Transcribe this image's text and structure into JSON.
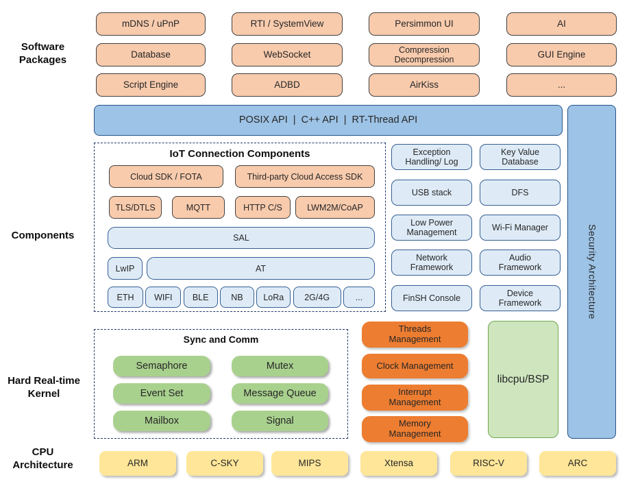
{
  "colors": {
    "package_fill": "#F8CBAD",
    "api_bar_fill": "#9DC3E6",
    "component_fill": "#DEEBF7",
    "component_border": "#355E91",
    "kernel_green": "#A9D18E",
    "mgmt_orange": "#ED7D31",
    "libcpu_fill": "#CEE5BE",
    "cpu_yellow": "#FFE699",
    "dashed_border": "#1F3864"
  },
  "sections": {
    "software": "Software\nPackages",
    "components": "Components",
    "kernel": "Hard Real-time\nKernel",
    "cpu": "CPU\nArchitecture"
  },
  "software": {
    "items": [
      "mDNS / uPnP",
      "RTI / SystemView",
      "Persimmon UI",
      "AI",
      "Database",
      "WebSocket",
      "Compression\nDecompression",
      "GUI Engine",
      "Script Engine",
      "ADBD",
      "AirKiss",
      "..."
    ]
  },
  "api_bar": {
    "label": "POSIX API  |  C++ API  |  RT-Thread API"
  },
  "security": {
    "label": "Security Architecture"
  },
  "iot": {
    "title": "IoT Connection Components",
    "row1": [
      "Cloud SDK / FOTA",
      "Third-party Cloud Access SDK"
    ],
    "row2": [
      "TLS/DTLS",
      "MQTT",
      "HTTP C/S",
      "LWM2M/CoAP"
    ],
    "sal": "SAL",
    "lwip": "LwIP",
    "at": "AT",
    "net": [
      "ETH",
      "WIFI",
      "BLE",
      "NB",
      "LoRa",
      "2G/4G",
      "..."
    ]
  },
  "components": {
    "items": [
      "Exception\nHandling/ Log",
      "Key Value\nDatabase",
      "USB stack",
      "DFS",
      "Low Power\nManagement",
      "Wi-Fi Manager",
      "Network\nFramework",
      "Audio\nFramework",
      "FinSH Console",
      "Device\nFramework"
    ]
  },
  "kernel": {
    "sync_title": "Sync and Comm",
    "sync_items": [
      "Semaphore",
      "Mutex",
      "Event Set",
      "Message Queue",
      "Mailbox",
      "Signal"
    ],
    "mgmt": [
      "Threads\nManagement",
      "Clock Management",
      "Interrupt\nManagement",
      "Memory\nManagement"
    ],
    "libcpu": "libcpu/BSP"
  },
  "cpu": {
    "items": [
      "ARM",
      "C-SKY",
      "MIPS",
      "Xtensa",
      "RISC-V",
      "ARC"
    ]
  }
}
